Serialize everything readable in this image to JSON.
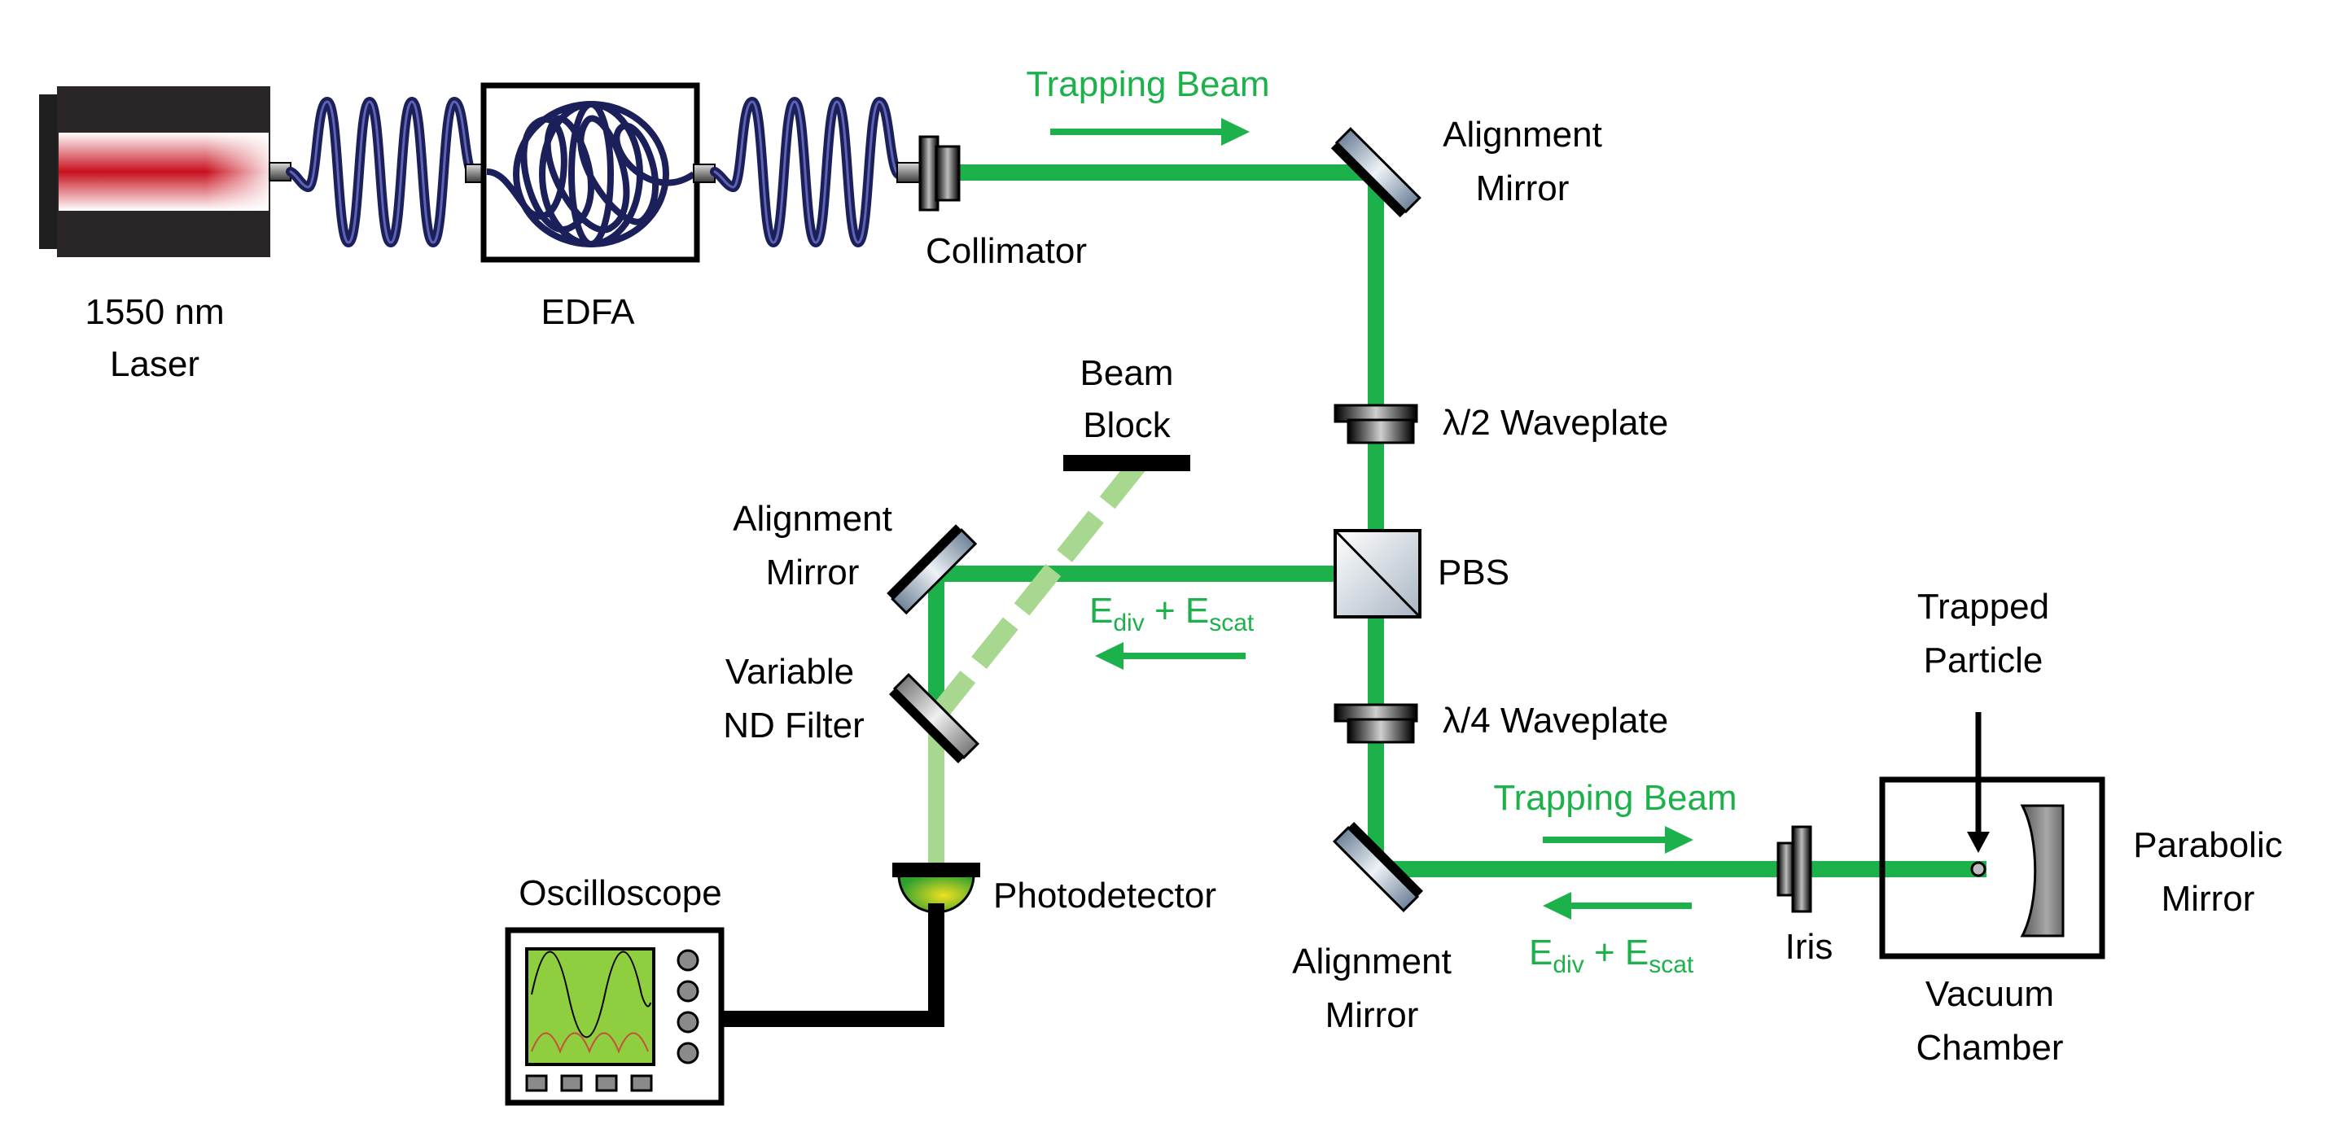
{
  "colors": {
    "beam": "#1db14b",
    "beam_faded": "#a8d890",
    "label_green": "#1db14b",
    "black": "#000000",
    "fiber": "#1b1f5a",
    "laser_red": "#c8101e"
  },
  "labels": {
    "laser_line1": "1550 nm",
    "laser_line2": "Laser",
    "edfa": "EDFA",
    "collimator": "Collimator",
    "trapping_beam_top": "Trapping Beam",
    "align_top_line1": "Alignment",
    "align_top_line2": "Mirror",
    "half_waveplate": "λ/2 Waveplate",
    "beam_block_line1": "Beam",
    "beam_block_line2": "Block",
    "align_left_line1": "Alignment",
    "align_left_line2": "Mirror",
    "pbs": "PBS",
    "e_mid": {
      "e1": "E",
      "sub1": "div",
      "plus": " + E",
      "sub2": "scat"
    },
    "variable_nd_line1": "Variable",
    "variable_nd_line2": "ND Filter",
    "quarter_waveplate": "λ/4 Waveplate",
    "trapped_particle_line1": "Trapped",
    "trapped_particle_line2": "Particle",
    "trapping_beam_bottom": "Trapping Beam",
    "parabolic_line1": "Parabolic",
    "parabolic_line2": "Mirror",
    "oscilloscope": "Oscilloscope",
    "photodetector": "Photodetector",
    "align_bottom_line1": "Alignment",
    "align_bottom_line2": "Mirror",
    "e_bottom": {
      "e1": "E",
      "sub1": "div",
      "plus": " + E",
      "sub2": "scat"
    },
    "iris": "Iris",
    "vacuum_line1": "Vacuum",
    "vacuum_line2": "Chamber"
  }
}
